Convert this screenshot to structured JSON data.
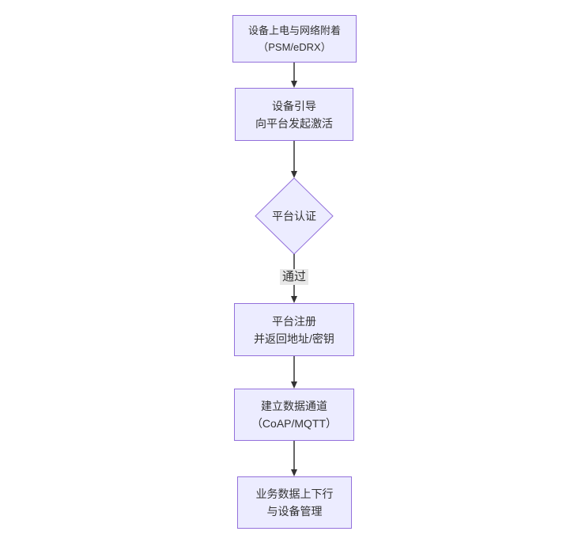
{
  "diagram": {
    "type": "flowchart",
    "direction": "top-down",
    "colors": {
      "background": "#ffffff",
      "node_fill": "#ECECFF",
      "node_border": "#9370DB",
      "node_text": "#333333",
      "edge_line": "#333333",
      "edge_label_bg": "#e8e8e8"
    },
    "nodes": [
      {
        "shape": "rect",
        "lines": [
          "设备上电与网络附着",
          "（PSM/eDRX）"
        ]
      },
      {
        "shape": "rect",
        "lines": [
          "设备引导",
          "向平台发起激活"
        ]
      },
      {
        "shape": "diamond",
        "lines": [
          "平台认证"
        ]
      },
      {
        "shape": "rect",
        "lines": [
          "平台注册",
          "并返回地址/密钥"
        ]
      },
      {
        "shape": "rect",
        "lines": [
          "建立数据通道",
          "（CoAP/MQTT）"
        ]
      },
      {
        "shape": "rect",
        "lines": [
          "业务数据上下行",
          "与设备管理"
        ]
      }
    ],
    "edges": [
      {
        "from": 0,
        "to": 1,
        "label": ""
      },
      {
        "from": 1,
        "to": 2,
        "label": ""
      },
      {
        "from": 2,
        "to": 3,
        "label": "通过"
      },
      {
        "from": 3,
        "to": 4,
        "label": ""
      },
      {
        "from": 4,
        "to": 5,
        "label": ""
      }
    ]
  }
}
